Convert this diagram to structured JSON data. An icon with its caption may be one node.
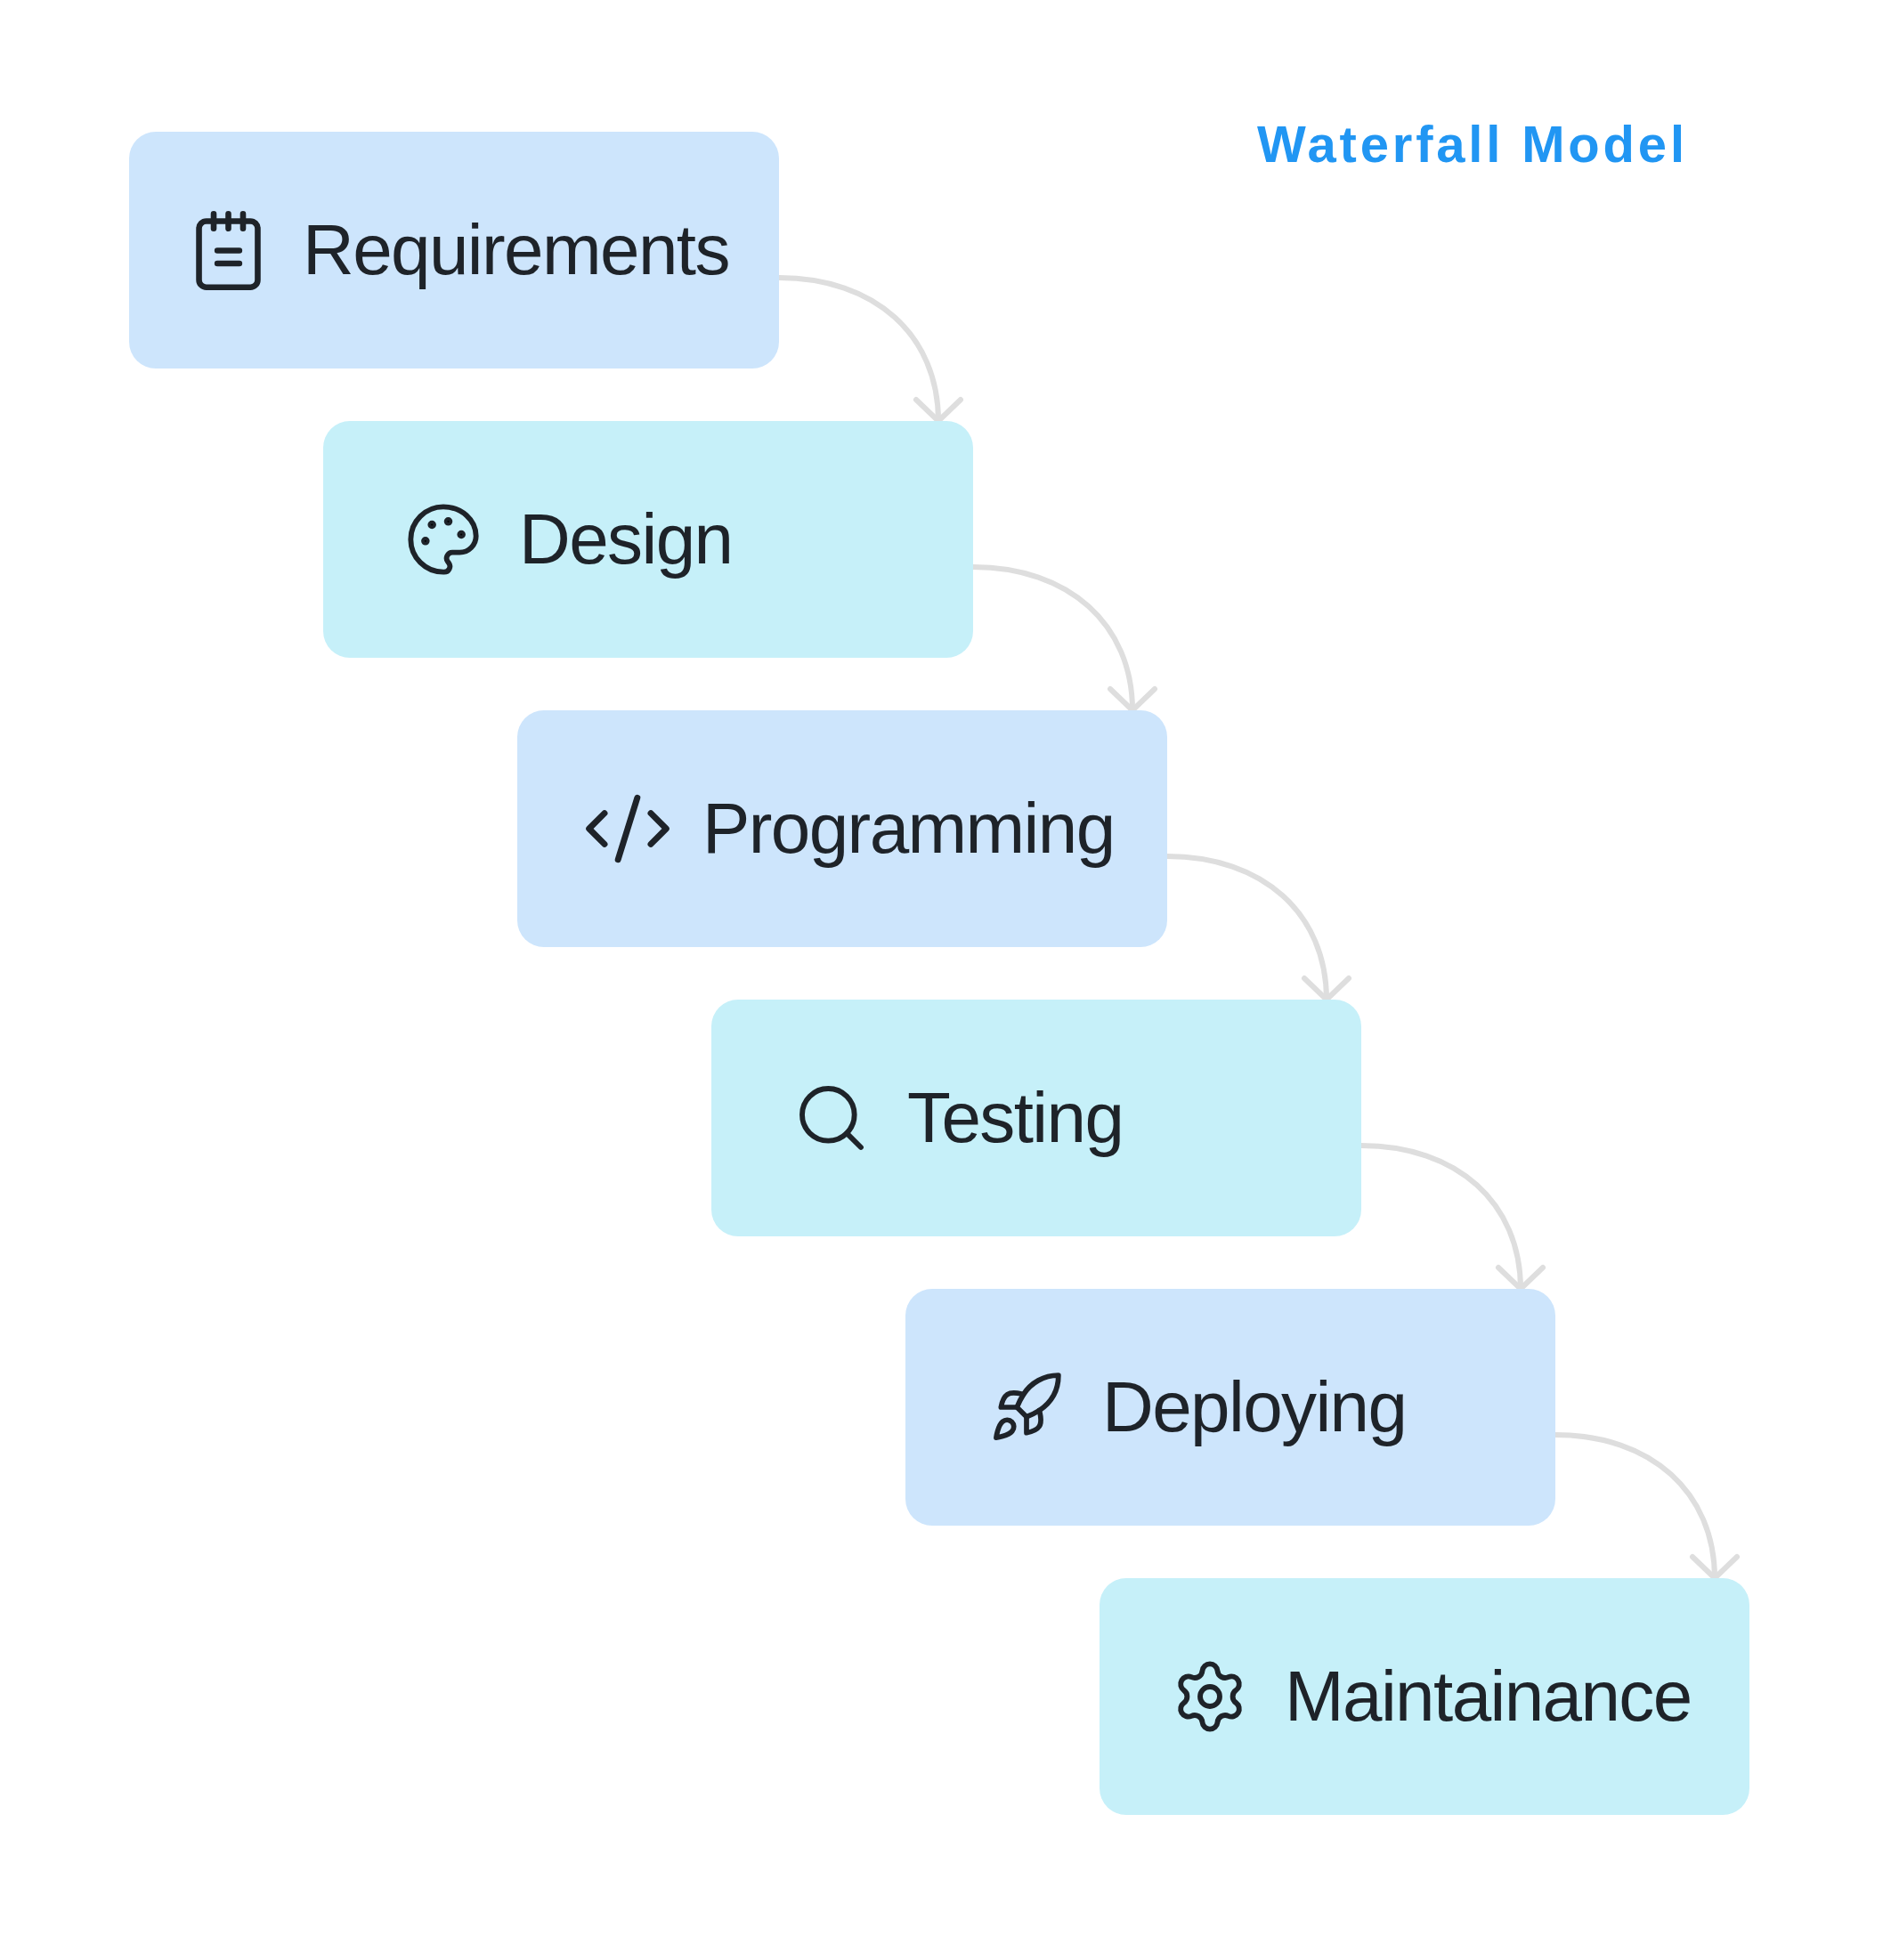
{
  "diagram": {
    "title": "Waterfall Model",
    "nodes": [
      {
        "text": [
          "Requirements"
        ]
      },
      {
        "text": [
          "Design"
        ]
      },
      {
        "text": [
          "Programming"
        ]
      },
      {
        "text": [
          "Testing"
        ]
      },
      {
        "text": [
          "Deploying"
        ]
      },
      {
        "text": [
          "Maintainance"
        ]
      }
    ],
    "edges": [
      {
        "from": 0,
        "to": 1,
        "arrow": "to"
      },
      {
        "from": 1,
        "to": 2,
        "arrow": "to"
      },
      {
        "from": 2,
        "to": 3,
        "arrow": "to"
      },
      {
        "from": 3,
        "to": 4,
        "arrow": "to"
      },
      {
        "from": 4,
        "to": 5,
        "arrow": "to"
      }
    ]
  }
}
